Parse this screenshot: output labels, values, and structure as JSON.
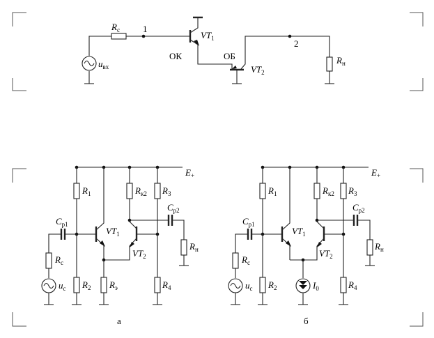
{
  "top_circuit": {
    "labels": {
      "rc": "R",
      "rc_sub": "c",
      "node1": "1",
      "node2": "2",
      "vt1": "VT",
      "vt1_sub": "1",
      "vt2": "VT",
      "vt2_sub": "2",
      "ok": "ОК",
      "ob": "ОБ",
      "uvx": "u",
      "uvx_sub": "вх",
      "rn": "R",
      "rn_sub": "н"
    }
  },
  "circuit_a": {
    "caption": "а",
    "labels": {
      "e_plus": "E",
      "e_plus_sub": "+",
      "r1": "R",
      "r1_sub": "1",
      "r2": "R",
      "r2_sub": "2",
      "r3": "R",
      "r3_sub": "3",
      "r4": "R",
      "r4_sub": "4",
      "rk2": "R",
      "rk2_sub": "к2",
      "re": "R",
      "re_sub": "э",
      "rc": "R",
      "rc_sub": "c",
      "rn": "R",
      "rn_sub": "н",
      "cp1": "C",
      "cp1_sub": "p1",
      "cp2": "C",
      "cp2_sub": "p2",
      "vt1": "VT",
      "vt1_sub": "1",
      "vt2": "VT",
      "vt2_sub": "2",
      "uc": "u",
      "uc_sub": "c"
    }
  },
  "circuit_b": {
    "caption": "б",
    "labels": {
      "e_plus": "E",
      "e_plus_sub": "+",
      "r1": "R",
      "r1_sub": "1",
      "r2": "R",
      "r2_sub": "2",
      "r3": "R",
      "r3_sub": "3",
      "r4": "R",
      "r4_sub": "4",
      "rk2": "R",
      "rk2_sub": "к2",
      "rc": "R",
      "rc_sub": "c",
      "rn": "R",
      "rn_sub": "н",
      "cp1": "C",
      "cp1_sub": "p1",
      "cp2": "C",
      "cp2_sub": "p2",
      "vt1": "VT",
      "vt1_sub": "1",
      "vt2": "VT",
      "vt2_sub": "2",
      "uc": "u",
      "uc_sub": "c",
      "i0": "I",
      "i0_sub": "0"
    }
  }
}
